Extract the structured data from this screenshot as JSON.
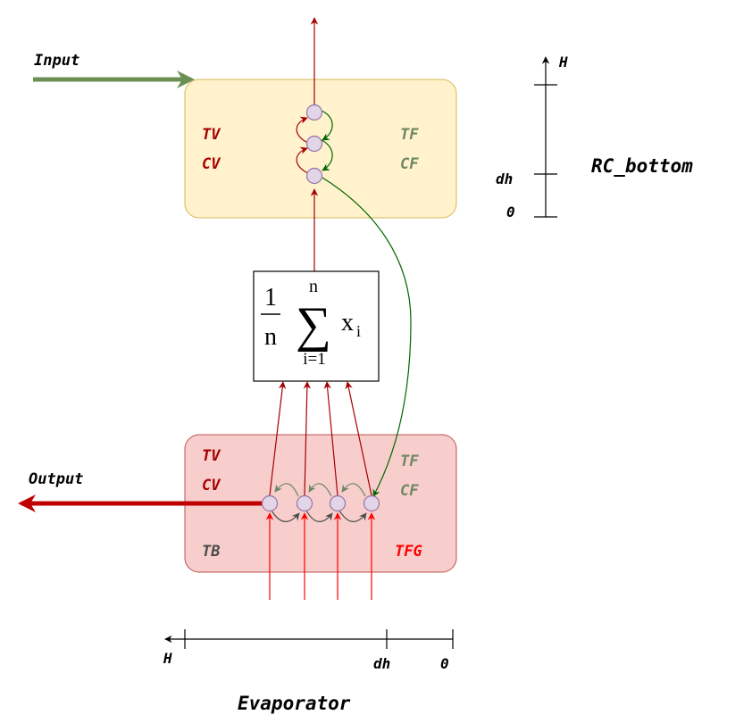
{
  "labels": {
    "input": "Input",
    "output": "Output",
    "top_block_name": "RC_bottom",
    "bottom_block_name": "Evaporator"
  },
  "top_block": {
    "tv": "TV",
    "cv": "CV",
    "tf": "TF",
    "cf": "CF"
  },
  "bottom_block": {
    "tv": "TV",
    "cv": "CV",
    "tf": "TF",
    "cf": "CF",
    "tb": "TB",
    "tfg": "TFG"
  },
  "formula": {
    "numerator": "1",
    "denominator": "n",
    "upper_limit": "n",
    "lower_limit": "i=1",
    "operator": "∑",
    "term": "x",
    "subscript": "i"
  },
  "vertical_axis": {
    "top": "H",
    "middle": "dh",
    "bottom": "0"
  },
  "horizontal_axis": {
    "left": "H",
    "middle": "dh",
    "right": "0"
  },
  "colors": {
    "top_fill": "#fff2cc",
    "top_stroke": "#d6b656",
    "bottom_fill": "#f8cecc",
    "bottom_stroke": "#b85450",
    "node_fill": "#e1d5e7",
    "node_stroke": "#9673a6",
    "dark_red": "#a50000",
    "red": "#ff0000",
    "green": "#6d8764",
    "dark_green": "#006600",
    "input_green": "#6a9153",
    "output_red": "#c00000",
    "gray": "#4d4d4d"
  }
}
